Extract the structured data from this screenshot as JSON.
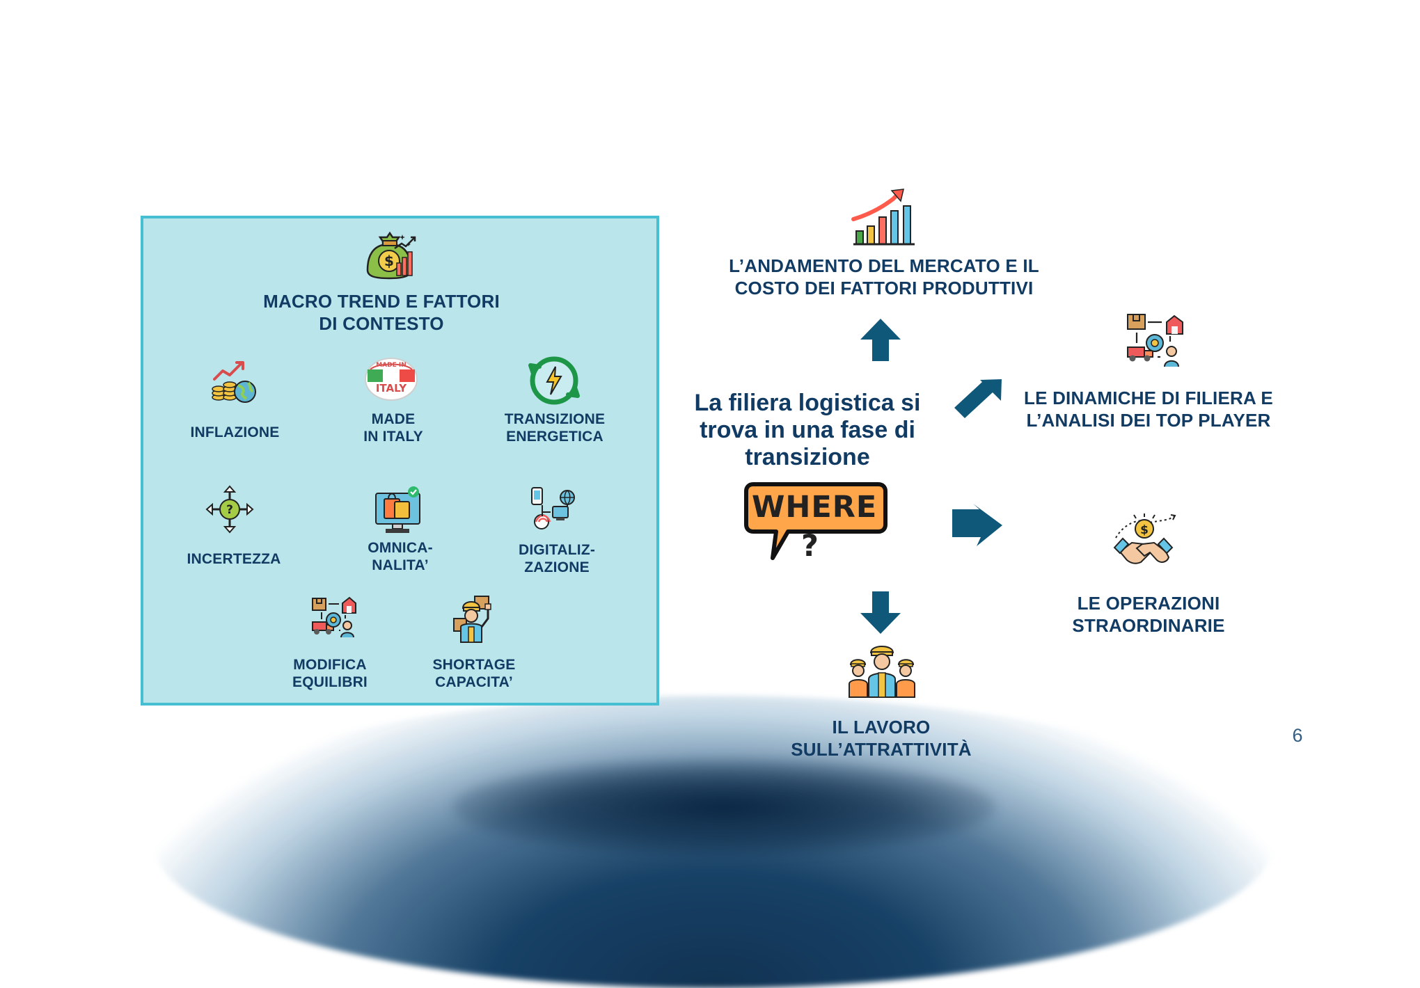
{
  "left_panel": {
    "title_lines": [
      "MACRO TREND E FATTORI",
      "DI CONTESTO"
    ],
    "items": [
      {
        "label_lines": [
          "INFLAZIONE"
        ],
        "icon": "inflation-icon"
      },
      {
        "label_lines": [
          "MADE",
          "IN ITALY"
        ],
        "icon": "made-in-italy-icon",
        "badge_top": "MADE IN",
        "badge_bottom": "ITALY"
      },
      {
        "label_lines": [
          "TRANSIZIONE",
          "ENERGETICA"
        ],
        "icon": "energy-transition-icon"
      },
      {
        "label_lines": [
          "INCERTEZZA"
        ],
        "icon": "uncertainty-icon"
      },
      {
        "label_lines": [
          "OMNICA-",
          "NALITA’"
        ],
        "icon": "omnichannel-icon"
      },
      {
        "label_lines": [
          "DIGITALIZ-",
          "ZAZIONE"
        ],
        "icon": "digitalization-icon"
      },
      {
        "label_lines": [
          "MODIFICA",
          "EQUILIBRI"
        ],
        "icon": "supply-chain-balance-icon"
      },
      {
        "label_lines": [
          "SHORTAGE",
          "CAPACITA’"
        ],
        "icon": "shortage-capacity-icon"
      }
    ]
  },
  "center": {
    "lines": [
      "La filiera logistica si",
      "trova in una fase di",
      "transizione"
    ],
    "where_label": "WHERE ?"
  },
  "nodes": {
    "top": {
      "label_lines": [
        "L’ANDAMENTO DEL MERCATO E IL",
        "COSTO DEI FATTORI PRODUTTIVI"
      ],
      "icon": "market-growth-icon"
    },
    "right_top": {
      "label_lines": [
        "LE DINAMICHE DI FILIERA E",
        "L’ANALISI DEI TOP PLAYER"
      ],
      "icon": "supply-chain-icon"
    },
    "right_bottom": {
      "label_lines": [
        "LE OPERAZIONI",
        "STRAORDINARIE"
      ],
      "icon": "handshake-deal-icon"
    },
    "bottom": {
      "label_lines": [
        "IL LAVORO",
        "SULL’ATTRATTIVITÀ"
      ],
      "icon": "workers-icon"
    }
  },
  "page_number": "6",
  "colors": {
    "panel_bg": "#b9e5eb",
    "panel_border": "#46bfd3",
    "text_primary": "#113b63",
    "arrow": "#0f587a",
    "bubble_orange": "#ffa54a"
  }
}
